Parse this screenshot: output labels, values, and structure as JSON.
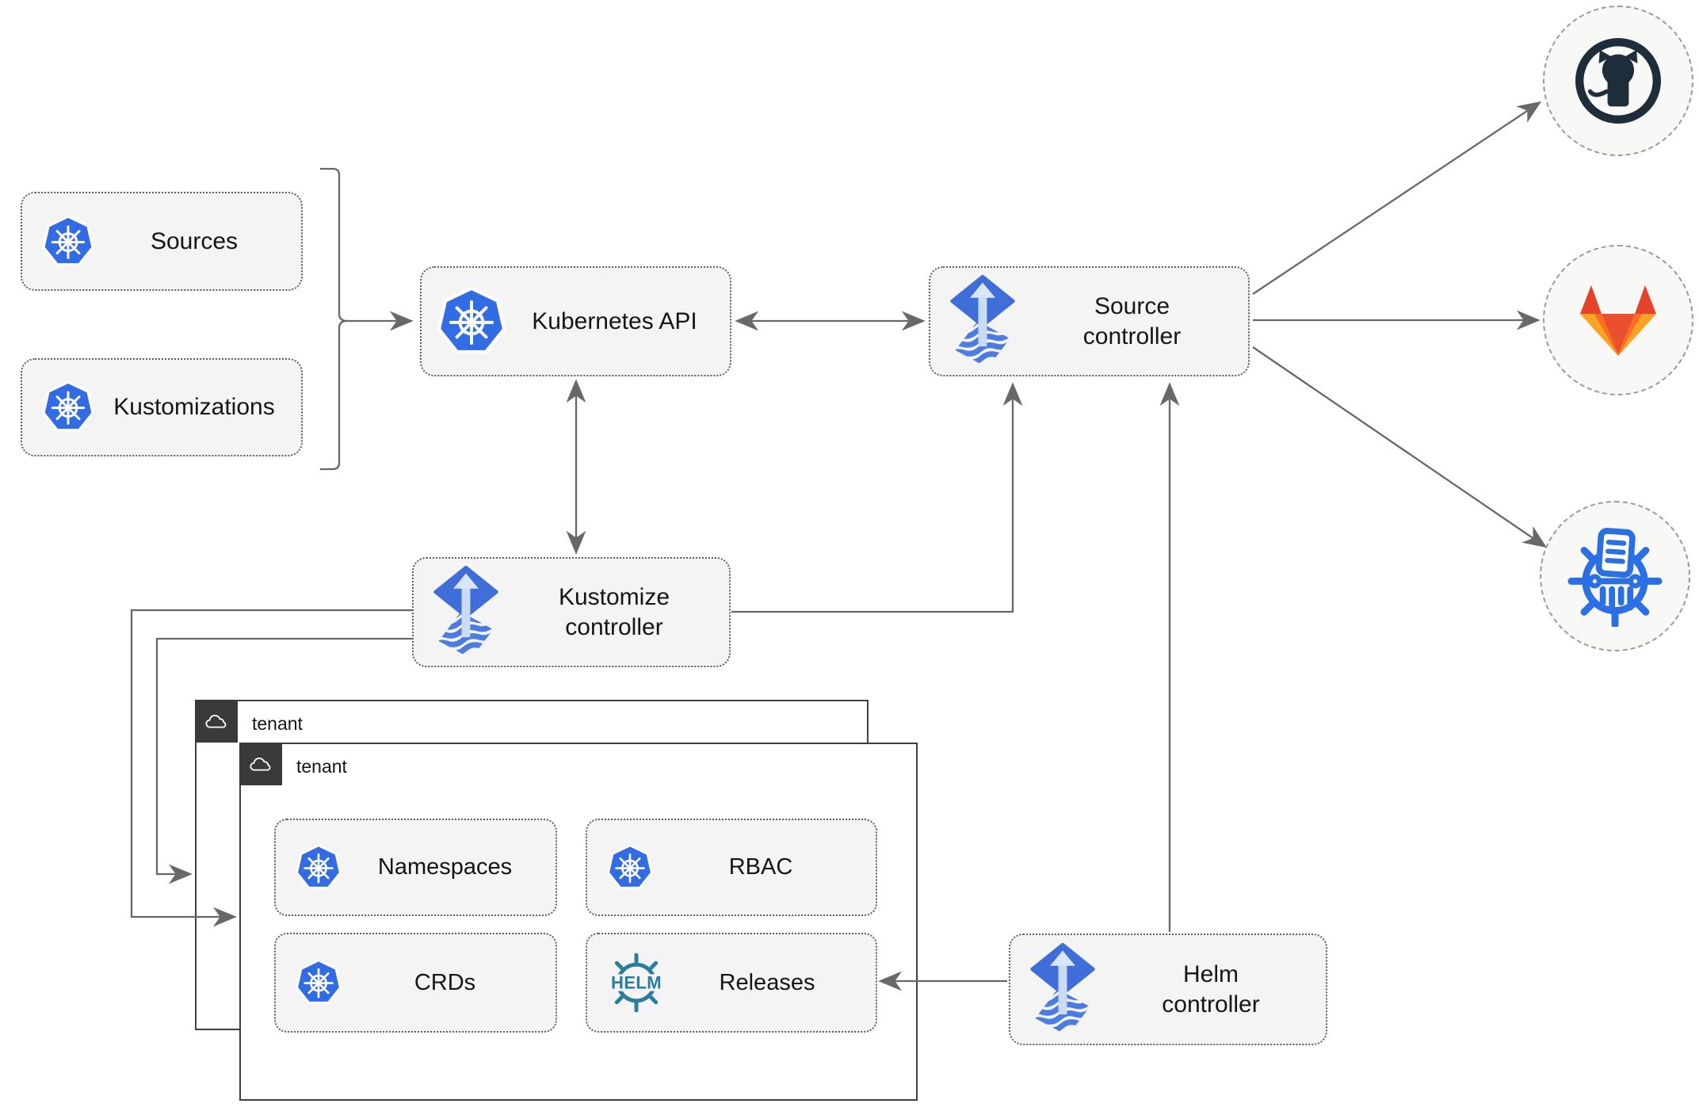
{
  "nodes": {
    "sources": {
      "label": "Sources"
    },
    "kustomizations": {
      "label": "Kustomizations"
    },
    "kubernetes_api": {
      "label": "Kubernetes API"
    },
    "source_controller": {
      "label": "Source controller"
    },
    "kustomize_controller": {
      "label": "Kustomize controller"
    },
    "helm_controller": {
      "label": "Helm controller"
    }
  },
  "tenants": {
    "outer": {
      "label": "tenant"
    },
    "inner": {
      "label": "tenant"
    }
  },
  "resources": {
    "namespaces": {
      "label": "Namespaces"
    },
    "rbac": {
      "label": "RBAC"
    },
    "crds": {
      "label": "CRDs"
    },
    "releases": {
      "label": "Releases"
    }
  },
  "logos": {
    "helm_wordmark": "HELM",
    "external_targets": [
      "github",
      "gitlab",
      "container-registry"
    ]
  },
  "edges": [
    {
      "from": "sources-kustomizations-group",
      "to": "kubernetes-api",
      "arrows": "end"
    },
    {
      "from": "kubernetes-api",
      "to": "source-controller",
      "arrows": "both"
    },
    {
      "from": "kubernetes-api",
      "to": "kustomize-controller",
      "arrows": "both"
    },
    {
      "from": "kustomize-controller",
      "to": "source-controller",
      "arrows": "end"
    },
    {
      "from": "helm-controller",
      "to": "source-controller",
      "arrows": "end"
    },
    {
      "from": "helm-controller",
      "to": "releases",
      "arrows": "end"
    },
    {
      "from": "kustomize-controller",
      "to": "tenant-inner",
      "arrows": "end"
    },
    {
      "from": "kustomize-controller",
      "to": "tenant-outer",
      "arrows": "end"
    },
    {
      "from": "source-controller",
      "to": "github",
      "arrows": "end"
    },
    {
      "from": "source-controller",
      "to": "gitlab",
      "arrows": "end"
    },
    {
      "from": "source-controller",
      "to": "container-registry",
      "arrows": "end"
    }
  ],
  "colors": {
    "kubernetes_blue": "#326ce5",
    "flux_blue": "#3f6ed8",
    "flux_stripe_blue": "#4c7ce2",
    "helm_teal": "#2a7d9c",
    "github_dark": "#1d2d3a",
    "gitlab_orange": "#fc6d26",
    "gitlab_red_orange": "#e24329",
    "gitlab_yellow_orange": "#fca326",
    "registry_blue": "#2b6fe4",
    "connector_gray": "#686868",
    "node_fill": "#f4f4f4",
    "badge_dark": "#3a3a3a"
  }
}
